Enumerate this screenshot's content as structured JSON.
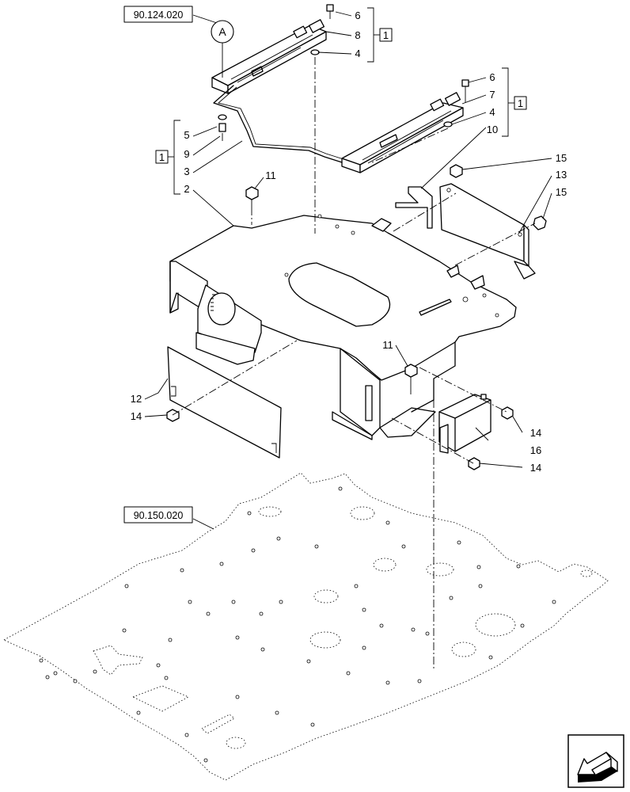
{
  "references": {
    "ref_top": "90.124.020",
    "ref_floor": "90.150.020",
    "detail_letter": "A"
  },
  "group_labels": {
    "group_left": "1",
    "group_right_top": "1",
    "group_right_mid": "1"
  },
  "callouts": {
    "c2": "2",
    "c3": "3",
    "c4a": "4",
    "c4b": "4",
    "c5": "5",
    "c6a": "6",
    "c6b": "6",
    "c7": "7",
    "c8": "8",
    "c9": "9",
    "c10": "10",
    "c11a": "11",
    "c11b": "11",
    "c12": "12",
    "c13": "13",
    "c14a": "14",
    "c14b": "14",
    "c14c": "14",
    "c15a": "15",
    "c15b": "15",
    "c16": "16"
  },
  "icons": {
    "nav": "view-direction-arrow-icon"
  },
  "colors": {
    "line": "#000000",
    "background": "#ffffff"
  }
}
